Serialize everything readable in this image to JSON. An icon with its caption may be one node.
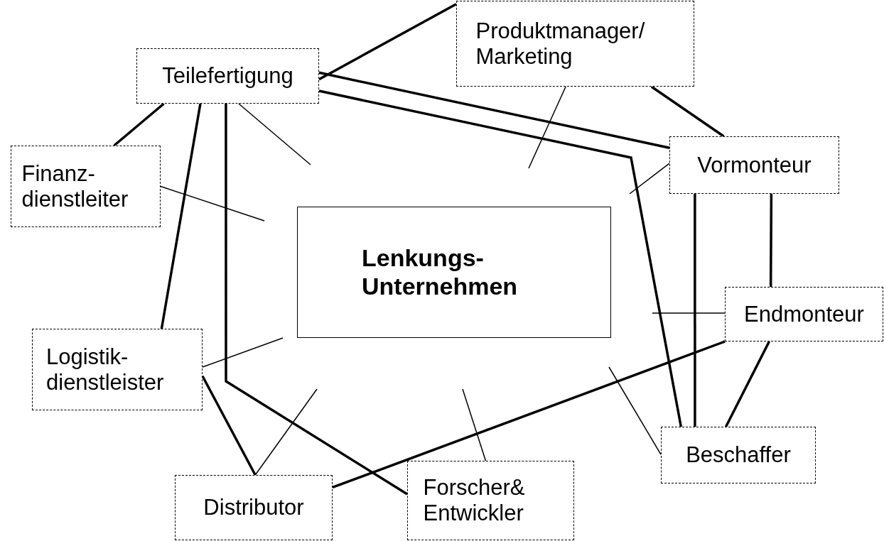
{
  "diagram": {
    "nodes": [
      {
        "text": [
          "Lenkungs- Unternehmen"
        ]
      },
      {
        "text": [
          "Teilefertigung"
        ]
      },
      {
        "text": [
          "Produktmanager/ Marketing"
        ]
      },
      {
        "text": [
          "Finanz- dienstleiter"
        ]
      },
      {
        "text": [
          "Vormonteur"
        ]
      },
      {
        "text": [
          "Endmonteur"
        ]
      },
      {
        "text": [
          "Logistik- dienstleister"
        ]
      },
      {
        "text": [
          "Beschaffer"
        ]
      },
      {
        "text": [
          "Distributor"
        ]
      },
      {
        "text": [
          "Forscher& Entwickler"
        ]
      }
    ],
    "edges": [
      {
        "from": 1,
        "to": 2,
        "arrow": "none"
      },
      {
        "from": 1,
        "to": 4,
        "arrow": "none"
      },
      {
        "from": 1,
        "to": 7,
        "arrow": "none"
      },
      {
        "from": 1,
        "to": 3,
        "arrow": "none"
      },
      {
        "from": 1,
        "to": 6,
        "arrow": "none"
      },
      {
        "from": 1,
        "to": 9,
        "arrow": "none"
      },
      {
        "from": 2,
        "to": 4,
        "arrow": "none"
      },
      {
        "from": 4,
        "to": 7,
        "arrow": "none"
      },
      {
        "from": 4,
        "to": 5,
        "arrow": "none"
      },
      {
        "from": 5,
        "to": 7,
        "arrow": "none"
      },
      {
        "from": 5,
        "to": 8,
        "arrow": "none"
      },
      {
        "from": 6,
        "to": 8,
        "arrow": "none"
      },
      {
        "from": 1,
        "to": null,
        "arrow": "none"
      },
      {
        "from": 2,
        "to": null,
        "arrow": "none"
      },
      {
        "from": 3,
        "to": null,
        "arrow": "none"
      },
      {
        "from": 4,
        "to": null,
        "arrow": "none"
      },
      {
        "from": 5,
        "to": null,
        "arrow": "none"
      },
      {
        "from": 7,
        "to": null,
        "arrow": "none"
      },
      {
        "from": 9,
        "to": null,
        "arrow": "none"
      },
      {
        "from": 8,
        "to": null,
        "arrow": "none"
      },
      {
        "from": 6,
        "to": null,
        "arrow": "none"
      }
    ]
  }
}
